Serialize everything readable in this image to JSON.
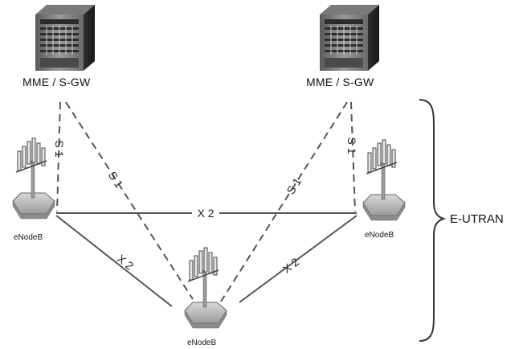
{
  "nodes": {
    "mme_left": {
      "label": "MME / S-GW",
      "icon": "server-icon"
    },
    "mme_right": {
      "label": "MME / S-GW",
      "icon": "server-icon"
    },
    "enb_left": {
      "label": "eNodeB",
      "icon": "antenna-tower-icon"
    },
    "enb_right": {
      "label": "eNodeB",
      "icon": "antenna-tower-icon"
    },
    "enb_bottom": {
      "label": "eNodeB",
      "icon": "antenna-tower-icon"
    }
  },
  "links": {
    "s1": "S 1",
    "x2": "X 2"
  },
  "group": {
    "label": "E-UTRAN"
  },
  "colors": {
    "line": "#555555",
    "server_dark": "#3a3a3a",
    "server_mid": "#8a8a8a",
    "base": "#bdbdbd"
  }
}
